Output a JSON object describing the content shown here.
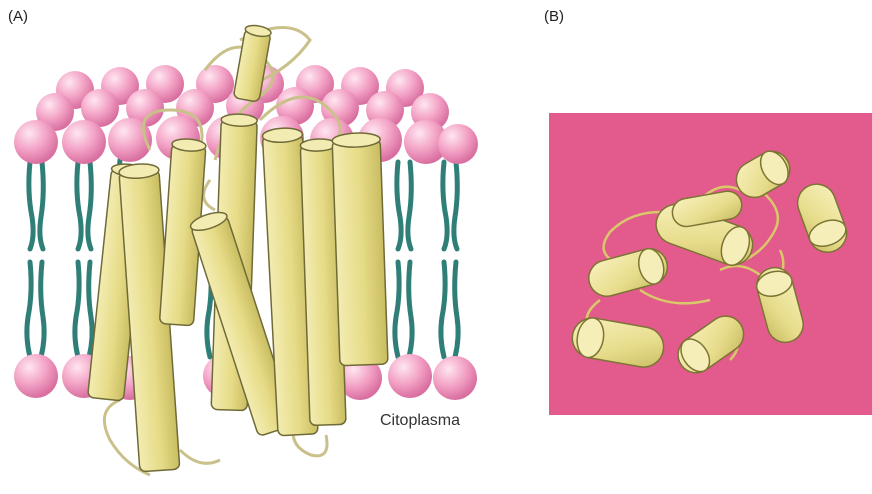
{
  "panels": {
    "a": {
      "label": "(A)"
    },
    "b": {
      "label": "(B)"
    }
  },
  "annotations": {
    "cytoplasm": "Citoplasma"
  },
  "colors": {
    "lipid_head": "#f2a6c8",
    "lipid_tail": "#2f7f78",
    "helix": "#e8df8c",
    "helix_stroke": "#6f6a38",
    "background_b": "#e35a8c"
  }
}
